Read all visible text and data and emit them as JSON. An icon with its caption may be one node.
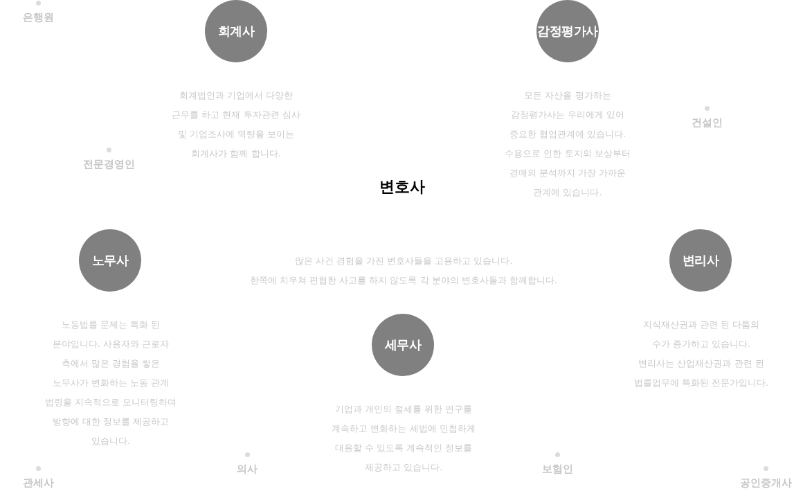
{
  "diagram": {
    "nodes": [
      {
        "text": [
          "회계사"
        ],
        "beside": [
          "회계법인과 기업에서 다양한 근무를 하고 현재 투자관련 심사 및 기업조사에 역량을 보이는 회계사가 함께 합니다."
        ]
      },
      {
        "text": [
          "감정평가사"
        ],
        "beside": [
          "모든 자산을 평가하는 감정평가사는 우리에게 있어 중요한 협업관계에 있습니다. 수용으로 인한 토지의 보상부터 경매의 분석까지 가장 가까운 관계에 있습니다."
        ]
      },
      {
        "text": [
          "노무사"
        ],
        "beside": [
          "노동법률 문제는 특화 된 분야입니다. 사용자와 근로자 측에서 많은 경험을 쌓은 노무사가 변화하는 노동 관계 법령을 지속적으로 모니터링하며 방향에 대한 정보를 제공하고 있습니다."
        ]
      },
      {
        "text": [
          "변리사"
        ],
        "beside": [
          "지식재산권과 관련 된 다툼의 수가 증가하고 있습니다. 변리사는 산업재산권과 관련 된 법률업무에 특화된 전문가입니다."
        ]
      },
      {
        "text": [
          "세무사"
        ],
        "beside": [
          "기업과 개인의 절세를 위한 연구를 계속하고 변화하는 세법에 민첩하게 대응할 수 있도록 계속적인 정보를 제공하고 있습니다."
        ]
      }
    ],
    "labels": [
      "은행원",
      "건설인",
      "전문경영인",
      "변호사",
      "많은 사건 경험을 가진 변호사들을 고용하고 있습니다.",
      "한쪽에 치우쳐 편협한 사고를 하지 않도록 각 분야의 변호사들과 함께합니다.",
      "의사",
      "보험인",
      "관세사",
      "공인중개사"
    ]
  }
}
